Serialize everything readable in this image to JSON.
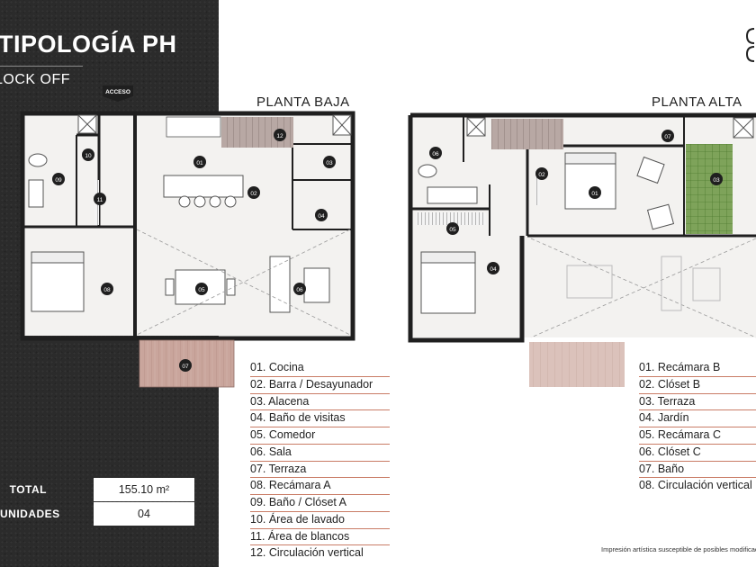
{
  "header": {
    "title": "TIPOLOGÍA PH",
    "subtitle": "LOCK OFF",
    "access_badge": "ACCESO"
  },
  "planta_baja": {
    "label": "PLANTA BAJA",
    "room_numbers": [
      "01",
      "02",
      "03",
      "04",
      "05",
      "06",
      "07",
      "08",
      "09",
      "10",
      "11",
      "12"
    ],
    "legend": [
      "01. Cocina",
      "02. Barra / Desayunador",
      "03. Alacena",
      "04. Baño de visitas",
      "05. Comedor",
      "06. Sala",
      "07. Terraza",
      "08. Recámara A",
      "09. Baño / Clóset A",
      "10. Área de lavado",
      "11. Área de blancos",
      "12. Circulación vertical"
    ]
  },
  "planta_alta": {
    "label": "PLANTA ALTA",
    "room_numbers": [
      "01",
      "02",
      "03",
      "04",
      "05",
      "06",
      "07"
    ],
    "legend": [
      "01. Recámara B",
      "02. Clóset B",
      "03. Terraza",
      "04. Jardín",
      "05. Recámara C",
      "06. Clóset C",
      "07. Baño",
      "08. Circulación vertical"
    ]
  },
  "summary": {
    "total_label": "TOTAL",
    "total_value": "155.10 m²",
    "units_label": "UNIDADES",
    "units_value": "04"
  },
  "disclaimer": "Impresión artística susceptible de posibles modificaciones",
  "colors": {
    "panel_bg": "#2b2b2b",
    "legend_rule": "#c97c66",
    "terrace_wood": "#c9a59c",
    "garden_green": "#6f9a4a"
  }
}
